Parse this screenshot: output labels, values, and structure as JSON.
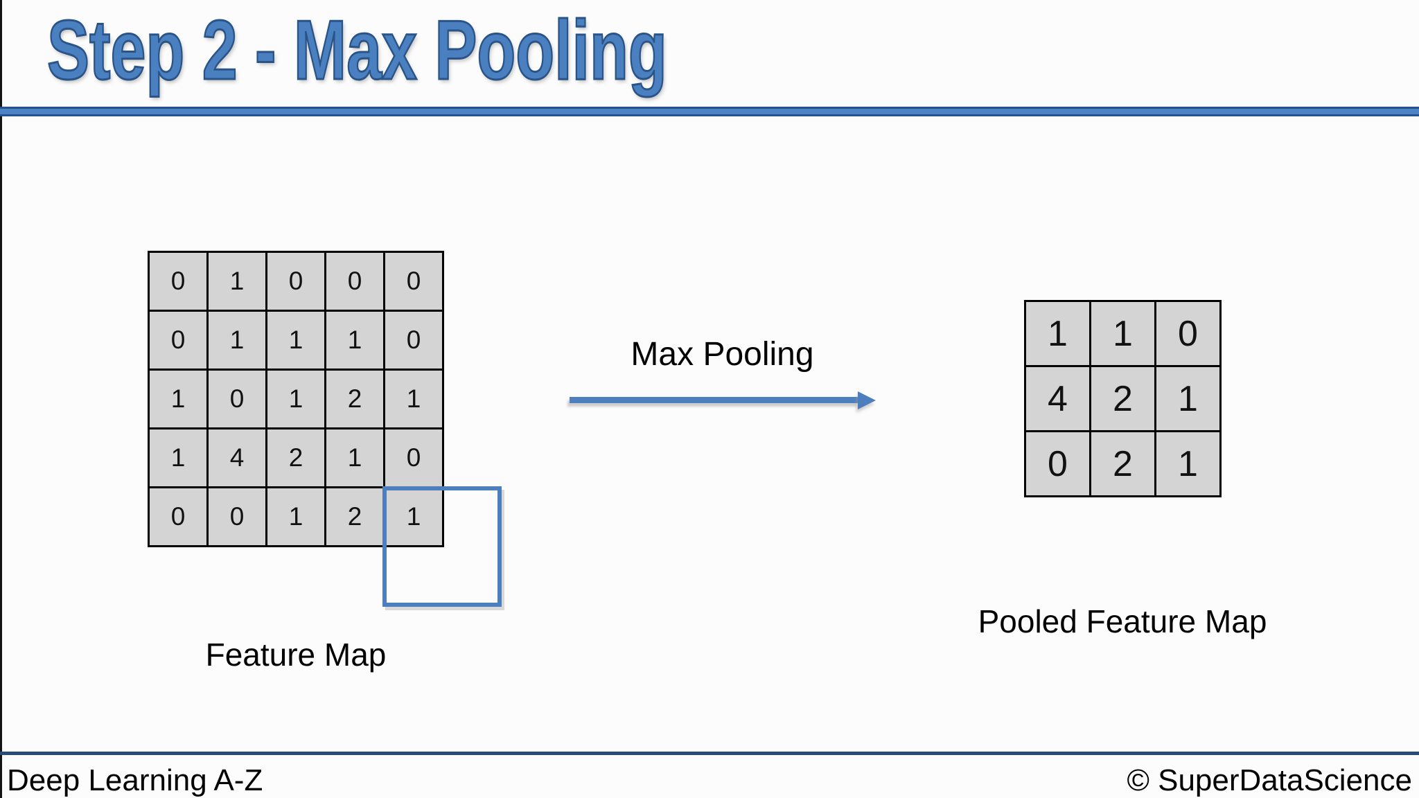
{
  "title": "Step 2 - Max Pooling",
  "feature_map": {
    "label": "Feature Map",
    "rows": [
      [
        0,
        1,
        0,
        0,
        0
      ],
      [
        0,
        1,
        1,
        1,
        0
      ],
      [
        1,
        0,
        1,
        2,
        1
      ],
      [
        1,
        4,
        2,
        1,
        0
      ],
      [
        0,
        0,
        1,
        2,
        1
      ]
    ]
  },
  "pooled_feature_map": {
    "label": "Pooled Feature Map",
    "rows": [
      [
        1,
        1,
        0
      ],
      [
        4,
        2,
        1
      ],
      [
        0,
        2,
        1
      ]
    ]
  },
  "arrow": {
    "label": "Max Pooling"
  },
  "footer": {
    "left": "Deep Learning A-Z",
    "right": "© SuperDataScience"
  },
  "colors": {
    "accent_blue": "#4d7fbe",
    "title_fill": "#4a80c0",
    "title_outline": "#2a5487",
    "divider_fill": "#4d83c4",
    "divider_edge": "#26518a",
    "footer_rule_navy": "#264a7a",
    "cell_fill": "#d4d4d4",
    "cell_border": "#000000"
  }
}
